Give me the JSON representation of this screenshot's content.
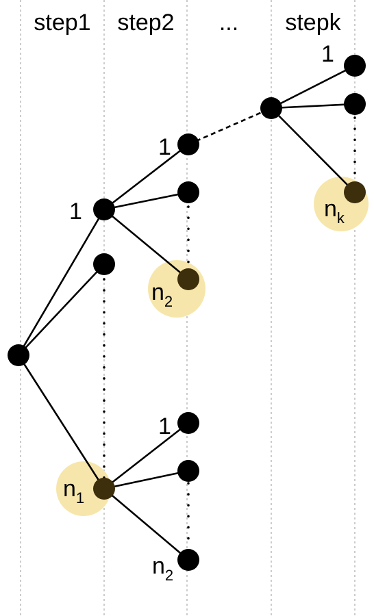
{
  "columns": [
    {
      "label": "step1"
    },
    {
      "label": "step2"
    },
    {
      "label": "..."
    },
    {
      "label": "stepk"
    }
  ],
  "labels": {
    "one_step2_top": "1",
    "one_step1": "1",
    "n2_highlight_base": "n",
    "n2_highlight_sub": "2",
    "one_stepk": "1",
    "nk_base": "n",
    "nk_sub": "k",
    "n1_base": "n",
    "n1_sub": "1",
    "one_step2_bottom": "1",
    "n2_bottom_base": "n",
    "n2_bottom_sub": "2"
  },
  "colors": {
    "node": "#000000",
    "highlight_node": "#3d2e0c",
    "highlight_halo": "#f7e6ab",
    "grid": "#a9a9a9",
    "edge": "#000000"
  }
}
